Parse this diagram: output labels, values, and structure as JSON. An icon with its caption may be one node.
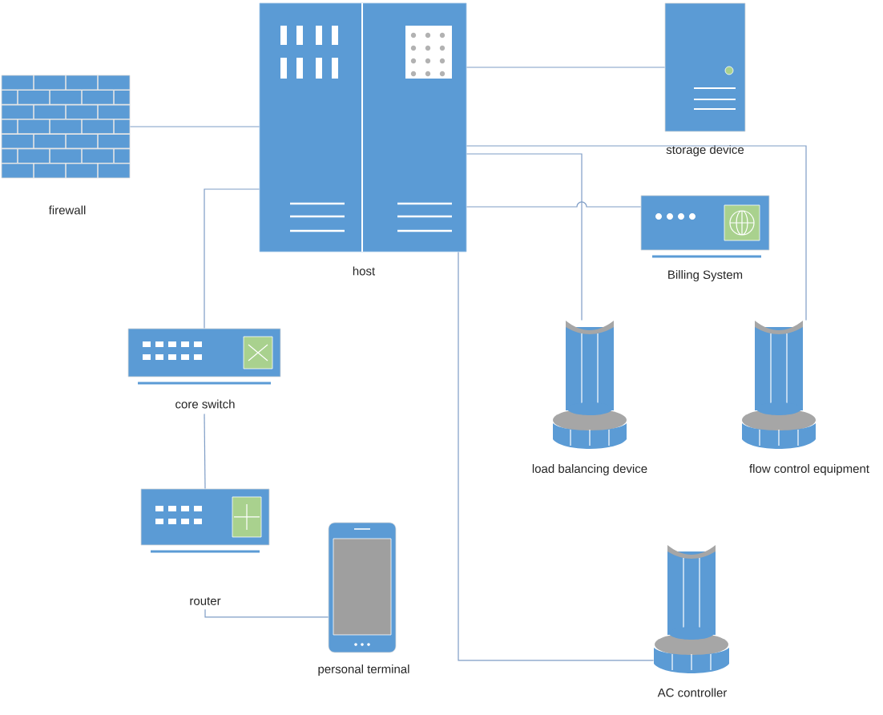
{
  "diagram": {
    "nodes": [
      {
        "text": [
          "host"
        ]
      },
      {
        "text": [
          "firewall"
        ]
      },
      {
        "text": [
          "storage device"
        ]
      },
      {
        "text": [
          "Billing System"
        ]
      },
      {
        "text": [
          "load balancing device"
        ]
      },
      {
        "text": [
          "flow control equipment"
        ]
      },
      {
        "text": [
          "core switch"
        ]
      },
      {
        "text": [
          "router"
        ]
      },
      {
        "text": [
          "personal terminal"
        ]
      },
      {
        "text": [
          "AC controller"
        ]
      }
    ],
    "edges": [
      {
        "from": 1,
        "to": 0,
        "arrow": "none"
      },
      {
        "from": 0,
        "to": 2,
        "arrow": "none"
      },
      {
        "from": 0,
        "to": 3,
        "arrow": "none"
      },
      {
        "from": 0,
        "to": 4,
        "arrow": "none"
      },
      {
        "from": 0,
        "to": 5,
        "arrow": "none"
      },
      {
        "from": 0,
        "to": 9,
        "arrow": "none"
      },
      {
        "from": 0,
        "to": 6,
        "arrow": "none"
      },
      {
        "from": 6,
        "to": 7,
        "arrow": "none"
      },
      {
        "from": 7,
        "to": 8,
        "arrow": "none"
      }
    ]
  }
}
